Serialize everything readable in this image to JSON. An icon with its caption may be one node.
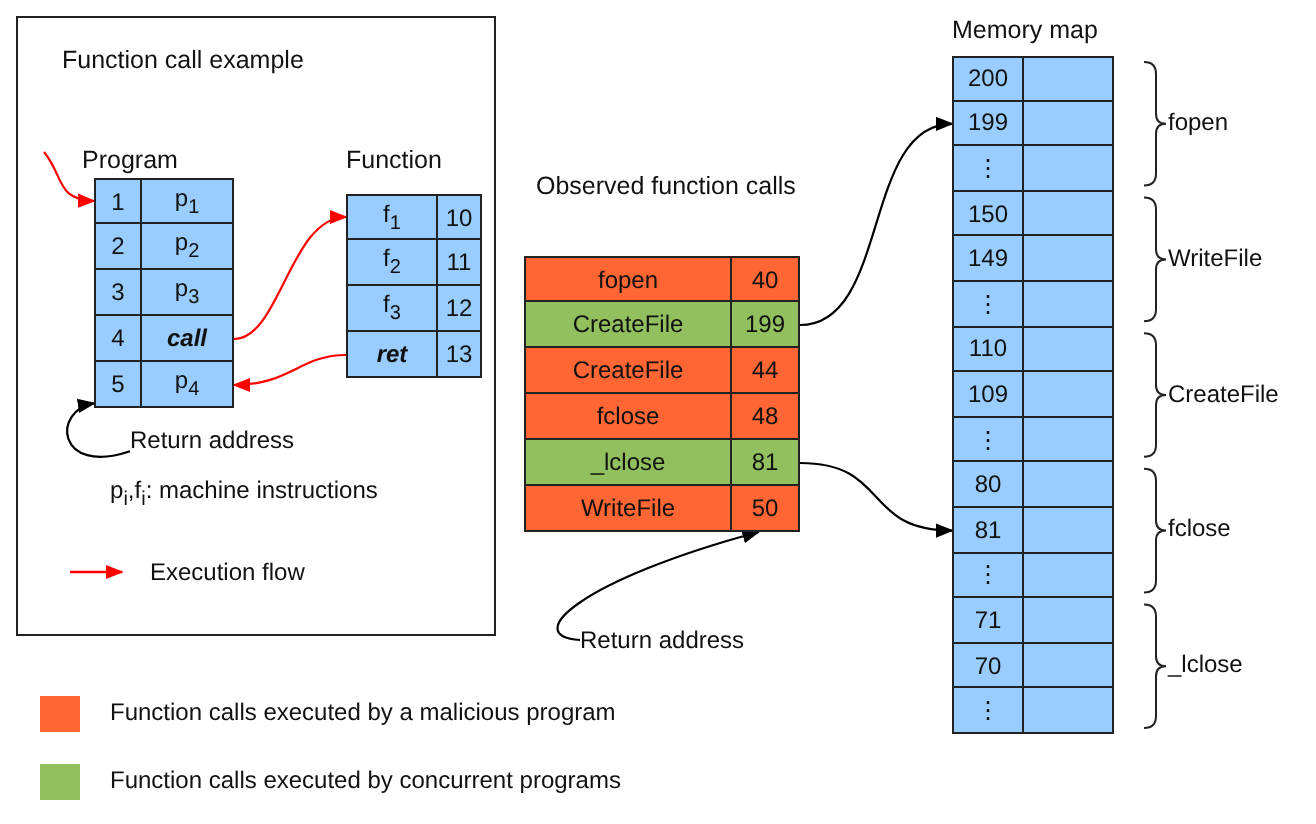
{
  "diagram": {
    "nodes": [
      {
        "text": [
          "Function call example"
        ]
      },
      {
        "text": [
          "Program"
        ],
        "in": 0
      },
      {
        "text": [
          "1",
          "p$_{1}$"
        ],
        "in": 1
      },
      {
        "text": [
          "2",
          "p$_{2}$"
        ],
        "in": 1
      },
      {
        "text": [
          "3",
          "p$_{3}$"
        ],
        "in": 1
      },
      {
        "text": [
          "4",
          "call"
        ],
        "in": 1
      },
      {
        "text": [
          "5",
          "p$_{4}$"
        ],
        "in": 1
      },
      {
        "text": [
          "Function"
        ],
        "in": 0
      },
      {
        "text": [
          "f$_{1}$",
          "10"
        ],
        "in": 7
      },
      {
        "text": [
          "f$_{2}$",
          "11"
        ],
        "in": 7
      },
      {
        "text": [
          "f$_{3}$",
          "12"
        ],
        "in": 7
      },
      {
        "text": [
          "ret",
          "13"
        ],
        "in": 7
      },
      {
        "text": [
          "Return address"
        ],
        "in": 0
      },
      {
        "text": [
          "Observed function calls"
        ]
      },
      {
        "text": [
          "fopen",
          "40"
        ],
        "in": 13
      },
      {
        "text": [
          "CreateFile",
          "199"
        ],
        "in": 13
      },
      {
        "text": [
          "CreateFile",
          "44"
        ],
        "in": 13
      },
      {
        "text": [
          "fclose",
          "48"
        ],
        "in": 13
      },
      {
        "text": [
          "_lclose",
          "81"
        ],
        "in": 13
      },
      {
        "text": [
          "WriteFile",
          "50"
        ],
        "in": 13
      },
      {
        "text": [
          "Return address"
        ]
      },
      {
        "text": [
          "Memory map"
        ]
      },
      {
        "text": [
          "200"
        ],
        "in": 21
      },
      {
        "text": [
          "199"
        ],
        "in": 21
      },
      {
        "text": [
          "⋮"
        ],
        "in": 21
      },
      {
        "text": [
          "150"
        ],
        "in": 21
      },
      {
        "text": [
          "149"
        ],
        "in": 21
      },
      {
        "text": [
          "⋮"
        ],
        "in": 21
      },
      {
        "text": [
          "110"
        ],
        "in": 21
      },
      {
        "text": [
          "109"
        ],
        "in": 21
      },
      {
        "text": [
          "⋮"
        ],
        "in": 21
      },
      {
        "text": [
          "80"
        ],
        "in": 21
      },
      {
        "text": [
          "81"
        ],
        "in": 21
      },
      {
        "text": [
          "⋮"
        ],
        "in": 21
      },
      {
        "text": [
          "71"
        ],
        "in": 21
      },
      {
        "text": [
          "70"
        ],
        "in": 21
      },
      {
        "text": [
          "⋮"
        ],
        "in": 21
      }
    ],
    "edges": [
      {
        "from": null,
        "to": 2,
        "arrow": "to",
        "color": "#ff0000"
      },
      {
        "from": 5,
        "to": 8,
        "arrow": "to",
        "color": "#ff0000"
      },
      {
        "from": 11,
        "to": 6,
        "arrow": "to",
        "color": "#ff0000"
      },
      {
        "from": 12,
        "to": 6,
        "arrow": "to"
      },
      {
        "from": 15,
        "to": 23,
        "arrow": "to"
      },
      {
        "from": 18,
        "to": 32,
        "arrow": "to"
      },
      {
        "from": 20,
        "to": 19,
        "arrow": "to"
      }
    ],
    "labels": [
      "p$_{i}$,f$_{i}$: machine instructions",
      "fopen",
      "WriteFile",
      "CreateFile",
      "fclose",
      "_lclose"
    ],
    "legend": [
      {
        "text": "Execution flow"
      },
      {
        "text": "Function calls executed by a malicious program",
        "color": "#ff6633"
      },
      {
        "text": "Function calls executed by concurrent programs",
        "color": "#92c05e"
      }
    ]
  }
}
